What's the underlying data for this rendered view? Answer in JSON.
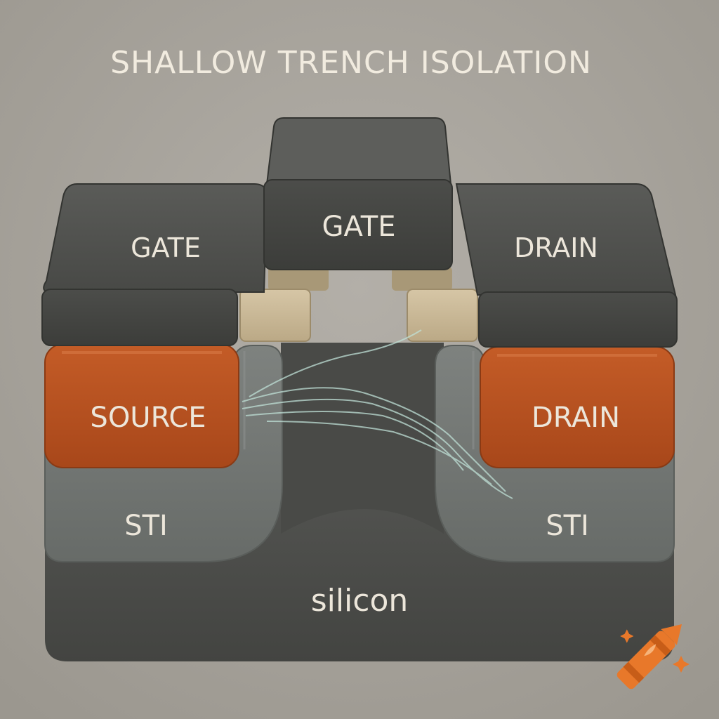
{
  "title": "SHALLOW TRENCH ISOLATION",
  "labels": {
    "gate_left": "GATE",
    "gate_top": "GATE",
    "drain_top": "DRAIN",
    "source": "SOURCE",
    "drain_mid": "DRAIN",
    "sti_left": "STI",
    "sti_right": "STI",
    "silicon": "silicon"
  },
  "icons": {
    "watermark": "crayon-icon"
  },
  "colors": {
    "background": "#aaa69f",
    "dark_block": "#4a4b48",
    "copper": "#b4511f",
    "sti": "#727673",
    "silicon": "#525350",
    "spacer": "#c9b898",
    "title_text": "#f1ebdf"
  }
}
